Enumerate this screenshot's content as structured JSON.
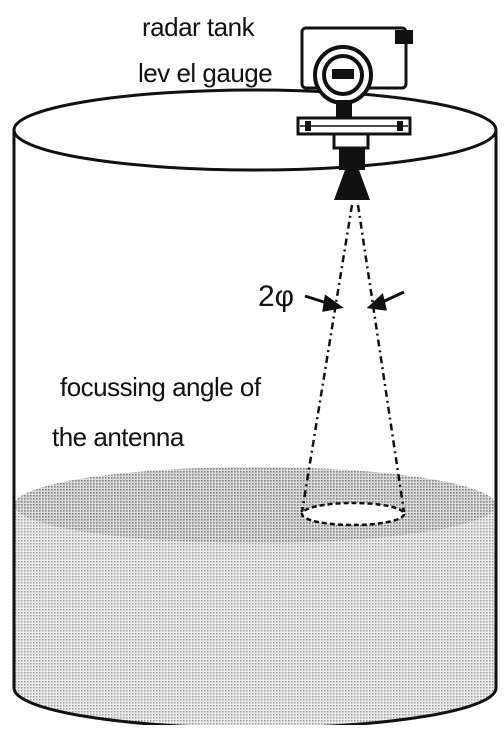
{
  "labels": {
    "gauge_line1": "radar tank",
    "gauge_line2": "lev el gauge",
    "angle_symbol": "2φ",
    "angle_line1": "focussing angle of",
    "angle_line2": "the antenna"
  },
  "colors": {
    "stroke": "#111111",
    "liquid": "#d9d9d9",
    "liquid_surface": "#c9c9c9",
    "background": "#ffffff"
  }
}
